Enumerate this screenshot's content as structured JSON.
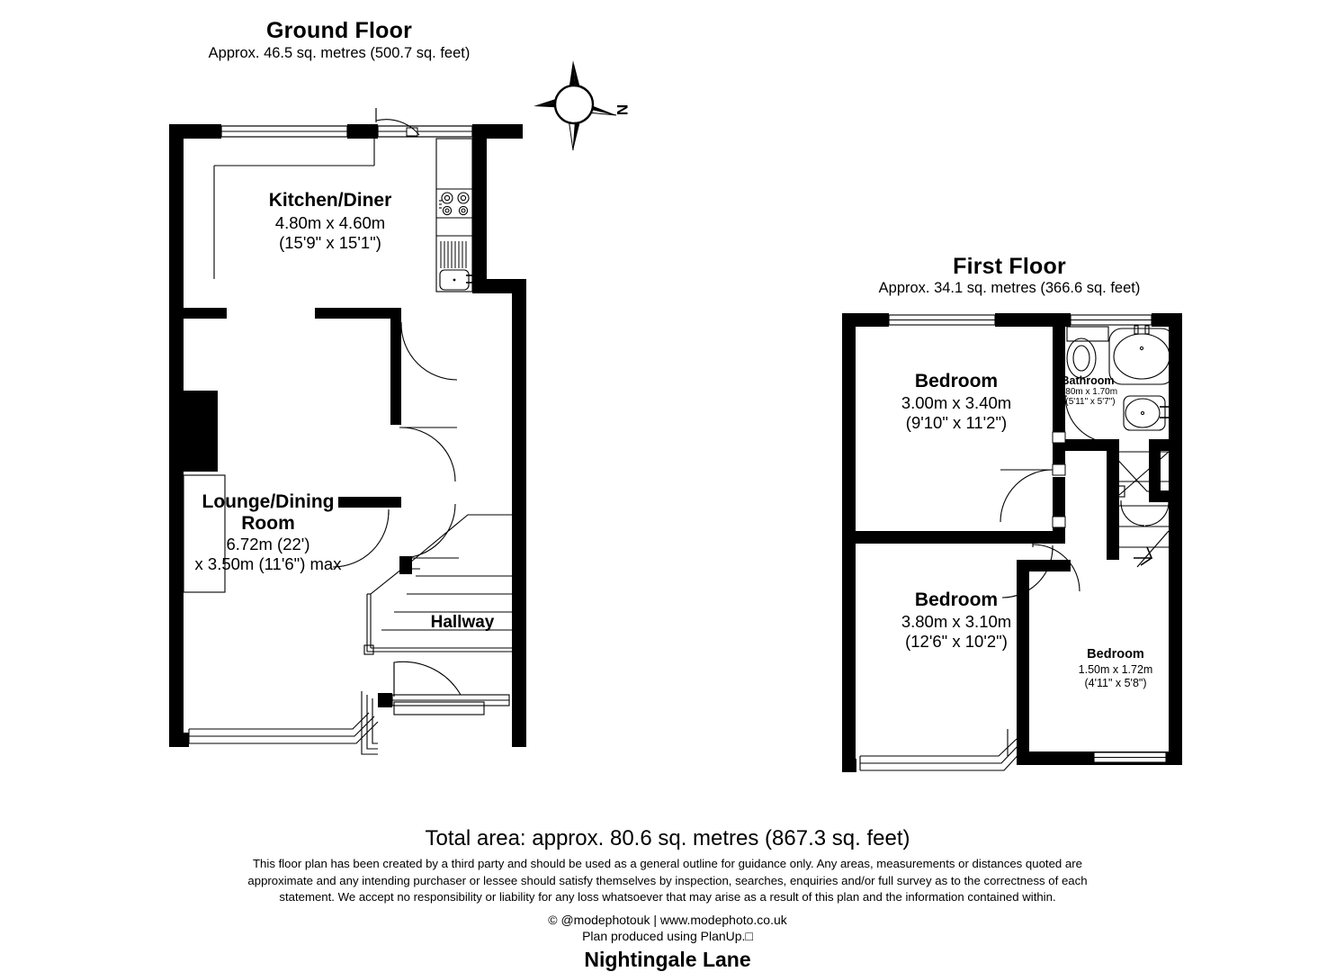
{
  "document": {
    "type": "floor-plan",
    "address": "Nightingale Lane"
  },
  "ground_floor": {
    "title": "Ground Floor",
    "area": "Approx. 46.5 sq. metres (500.7 sq. feet)",
    "rooms": [
      {
        "name": "Kitchen/Diner",
        "dims_metric": "4.80m x 4.60m",
        "dims_imperial": "(15'9\" x 15'1\")"
      },
      {
        "name_line1": "Lounge/Dining",
        "name_line2": "Room",
        "dims_metric": "6.72m (22')",
        "dims_imperial": "x 3.50m (11'6\") max"
      },
      {
        "name": "Hallway"
      }
    ]
  },
  "first_floor": {
    "title": "First Floor",
    "area": "Approx. 34.1 sq. metres (366.6 sq. feet)",
    "rooms": [
      {
        "name": "Bedroom",
        "dims_metric": "3.00m x 3.40m",
        "dims_imperial": "(9'10\" x 11'2\")"
      },
      {
        "name": "Bedroom",
        "dims_metric": "3.80m x 3.10m",
        "dims_imperial": "(12'6\" x 10'2\")"
      },
      {
        "name": "Bedroom",
        "dims_metric": "1.50m x 1.72m",
        "dims_imperial": "(4'11\" x 5'8\")"
      },
      {
        "name": "Bathroom",
        "dims_metric": "1.80m x 1.70m",
        "dims_imperial": "(5'11\" x 5'7\")"
      }
    ]
  },
  "compass": {
    "label": "N",
    "icon": "compass-rose-icon"
  },
  "footer": {
    "total_area": "Total area: approx. 80.6 sq. metres (867.3 sq. feet)",
    "disclaimer": "This floor plan has been created by a third party and should be used as a general outline for guidance only. Any areas, measurements or distances quoted are approximate and any intending purchaser or lessee should satisfy themselves by inspection, searches, enquiries and/or full survey as to the correctness of each statement. We accept no responsibility or liability for any loss whatsoever that may arise as a result of this plan and the information contained within.",
    "copyright": "© @modephotouk | www.modephoto.co.uk",
    "produced_by": "Plan produced using PlanUp.□"
  },
  "colors": {
    "wall": "#000000",
    "background": "#ffffff",
    "text": "#000000"
  }
}
